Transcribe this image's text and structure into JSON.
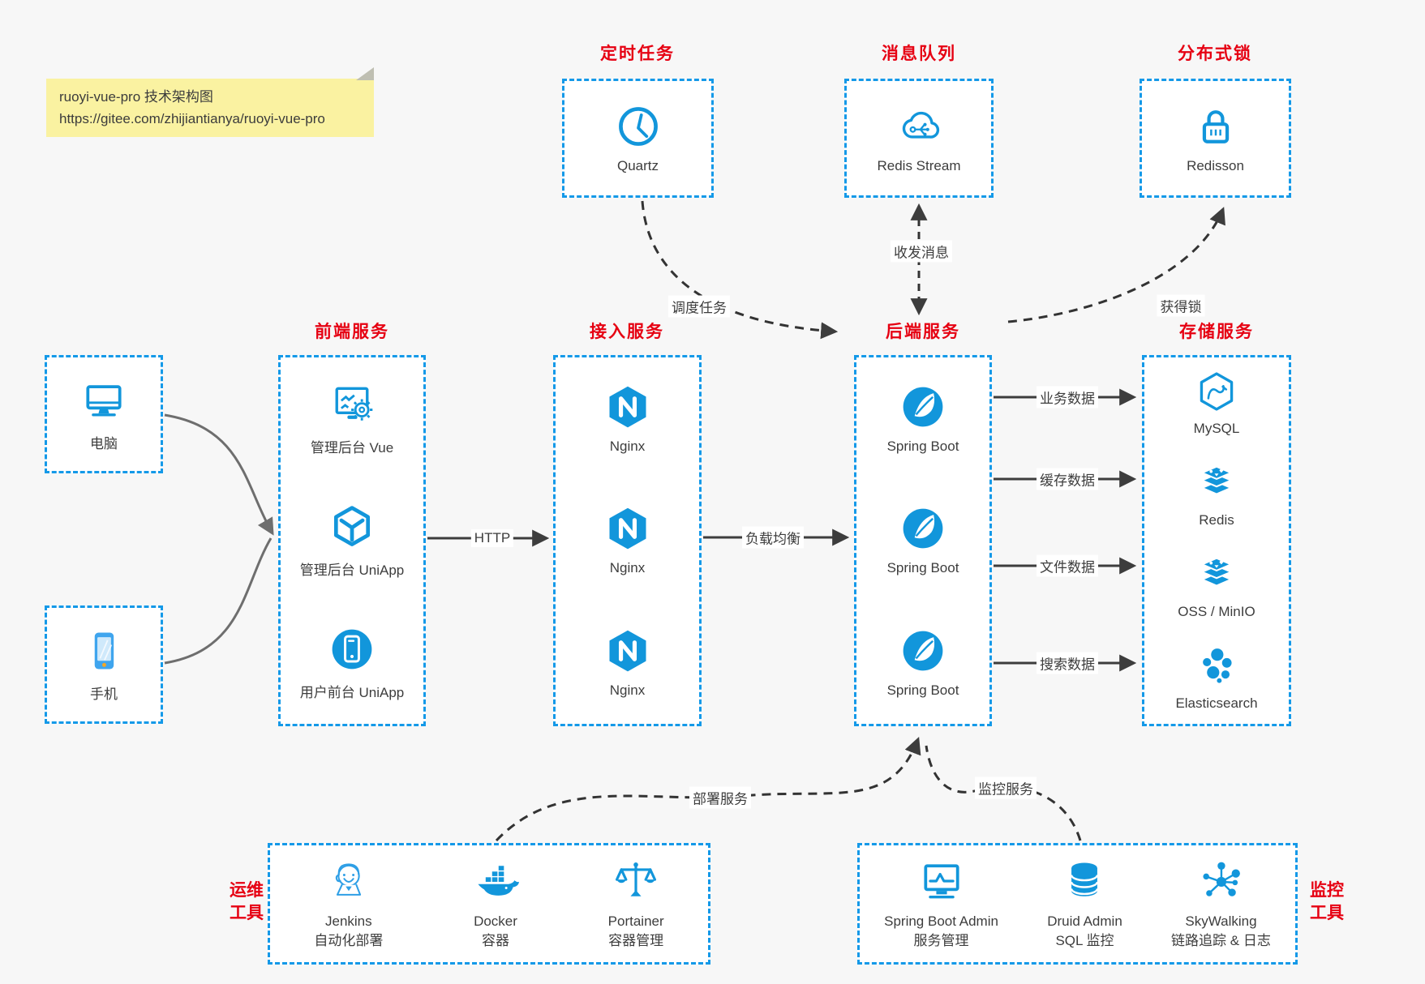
{
  "note": {
    "title": "ruoyi-vue-pro 技术架构图",
    "url": "https://gitee.com/zhijiantianya/ruoyi-vue-pro"
  },
  "colors": {
    "blue": "#1296db",
    "border_blue": "#1499e8",
    "red": "#e60012",
    "text": "#3d3d3d",
    "note_bg": "#faf2a1",
    "background": "#f7f7f7"
  },
  "top": {
    "scheduler": {
      "title": "定时任务",
      "item": {
        "label": "Quartz",
        "icon": "clock-icon"
      }
    },
    "mq": {
      "title": "消息队列",
      "item": {
        "label": "Redis Stream",
        "icon": "cloud-stream-icon"
      }
    },
    "lock": {
      "title": "分布式锁",
      "item": {
        "label": "Redisson",
        "icon": "lock-icon"
      }
    }
  },
  "clients": {
    "pc": {
      "label": "电脑",
      "icon": "desktop-icon"
    },
    "mobile": {
      "label": "手机",
      "icon": "mobile-icon"
    }
  },
  "frontend": {
    "title": "前端服务",
    "items": [
      {
        "label": "管理后台 Vue",
        "icon": "admin-vue-icon"
      },
      {
        "label": "管理后台 UniApp",
        "icon": "uniapp-cube-icon"
      },
      {
        "label": "用户前台 UniApp",
        "icon": "user-app-icon"
      }
    ]
  },
  "gateway": {
    "title": "接入服务",
    "items": [
      {
        "label": "Nginx",
        "icon": "nginx-icon"
      },
      {
        "label": "Nginx",
        "icon": "nginx-icon"
      },
      {
        "label": "Nginx",
        "icon": "nginx-icon"
      }
    ]
  },
  "backend": {
    "title": "后端服务",
    "items": [
      {
        "label": "Spring Boot",
        "icon": "spring-icon"
      },
      {
        "label": "Spring Boot",
        "icon": "spring-icon"
      },
      {
        "label": "Spring Boot",
        "icon": "spring-icon"
      }
    ]
  },
  "storage": {
    "title": "存储服务",
    "items": [
      {
        "label": "MySQL",
        "icon": "mysql-icon"
      },
      {
        "label": "Redis",
        "icon": "redis-stack-icon"
      },
      {
        "label": "OSS / MinIO",
        "icon": "storage-stack-icon"
      },
      {
        "label": "Elasticsearch",
        "icon": "elasticsearch-icon"
      }
    ]
  },
  "ops": {
    "title": "运维工具",
    "items": [
      {
        "name": "Jenkins",
        "desc": "自动化部署",
        "icon": "jenkins-icon"
      },
      {
        "name": "Docker",
        "desc": "容器",
        "icon": "docker-icon"
      },
      {
        "name": "Portainer",
        "desc": "容器管理",
        "icon": "portainer-icon"
      }
    ]
  },
  "monitorTools": {
    "title": "监控工具",
    "items": [
      {
        "name": "Spring Boot Admin",
        "desc": "服务管理",
        "icon": "sb-admin-icon"
      },
      {
        "name": "Druid Admin",
        "desc": "SQL 监控",
        "icon": "druid-icon"
      },
      {
        "name": "SkyWalking",
        "desc": "链路追踪 & 日志",
        "icon": "skywalking-icon"
      }
    ]
  },
  "edges": {
    "http": "HTTP",
    "load_balance": "负载均衡",
    "schedule": "调度任务",
    "message": "收发消息",
    "acquire_lock": "获得锁",
    "biz_data": "业务数据",
    "cache_data": "缓存数据",
    "file_data": "文件数据",
    "search_data": "搜索数据",
    "deploy": "部署服务",
    "monitor": "监控服务"
  }
}
